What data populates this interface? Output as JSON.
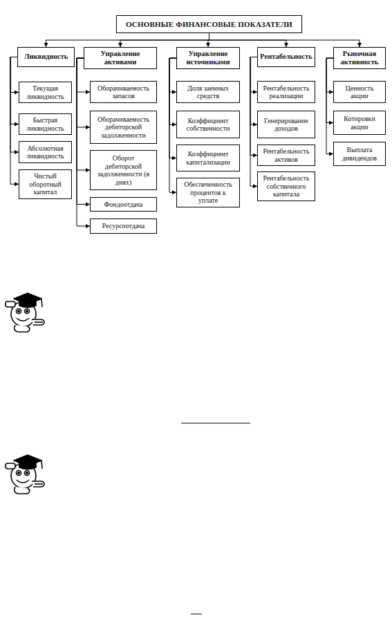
{
  "diagram": {
    "nodes": [
      {
        "text": [
          "ОСНОВНЫЕ ФИНАНСОВЫЕ ПОКАЗАТЕЛИ"
        ]
      },
      {
        "text": [
          "Ликвидность"
        ]
      },
      {
        "text": [
          "Текущая ликвидность"
        ]
      },
      {
        "text": [
          "Быстрая ликвидность"
        ]
      },
      {
        "text": [
          "Абсолютная ликвидность"
        ]
      },
      {
        "text": [
          "Чистый оборотный капитал"
        ]
      },
      {
        "text": [
          "Управление активами"
        ]
      },
      {
        "text": [
          "Оборачиваемость запасов"
        ]
      },
      {
        "text": [
          "Оборачиваемость дебиторской задолженности"
        ]
      },
      {
        "text": [
          "Оборот дебиторской задолженности (в днях)"
        ]
      },
      {
        "text": [
          "Фондоотдача"
        ]
      },
      {
        "text": [
          "Ресурсоотдача"
        ]
      },
      {
        "text": [
          "Управление источниками"
        ]
      },
      {
        "text": [
          "Доля заемных средств"
        ]
      },
      {
        "text": [
          "Коэффициент собственности"
        ]
      },
      {
        "text": [
          "Коэффициент капитализации"
        ]
      },
      {
        "text": [
          "Обеспеченность процентов к уплате"
        ]
      },
      {
        "text": [
          "Рентабельность"
        ]
      },
      {
        "text": [
          "Рентабельность реализации"
        ]
      },
      {
        "text": [
          "Генерирование доходов"
        ]
      },
      {
        "text": [
          "Рентабельность активов"
        ]
      },
      {
        "text": [
          "Рентабельность собственного капитала"
        ]
      },
      {
        "text": [
          "Рыночная активность"
        ]
      },
      {
        "text": [
          "Ценность акции"
        ]
      },
      {
        "text": [
          "Котировки акции"
        ]
      },
      {
        "text": [
          "Выплата дивидендов"
        ]
      }
    ],
    "edges": [
      {
        "from": 0,
        "to": 1,
        "arrow": "to"
      },
      {
        "from": 0,
        "to": 6,
        "arrow": "to"
      },
      {
        "from": 0,
        "to": 12,
        "arrow": "to"
      },
      {
        "from": 0,
        "to": 17,
        "arrow": "to"
      },
      {
        "from": 0,
        "to": 22,
        "arrow": "to"
      },
      {
        "from": 1,
        "to": 2,
        "arrow": "to"
      },
      {
        "from": 1,
        "to": 3,
        "arrow": "to"
      },
      {
        "from": 1,
        "to": 4,
        "arrow": "to"
      },
      {
        "from": 1,
        "to": 5,
        "arrow": "to"
      },
      {
        "from": 6,
        "to": 7,
        "arrow": "to"
      },
      {
        "from": 6,
        "to": 8,
        "arrow": "to"
      },
      {
        "from": 6,
        "to": 9,
        "arrow": "to"
      },
      {
        "from": 6,
        "to": 10,
        "arrow": "to"
      },
      {
        "from": 6,
        "to": 11,
        "arrow": "to"
      },
      {
        "from": 12,
        "to": 13,
        "arrow": "to"
      },
      {
        "from": 12,
        "to": 14,
        "arrow": "to"
      },
      {
        "from": 12,
        "to": 15,
        "arrow": "to"
      },
      {
        "from": 12,
        "to": 16,
        "arrow": "to"
      },
      {
        "from": 17,
        "to": 18,
        "arrow": "to"
      },
      {
        "from": 17,
        "to": 19,
        "arrow": "to"
      },
      {
        "from": 17,
        "to": 20,
        "arrow": "to"
      },
      {
        "from": 17,
        "to": 21,
        "arrow": "to"
      },
      {
        "from": 22,
        "to": 23,
        "arrow": "to"
      },
      {
        "from": 22,
        "to": 24,
        "arrow": "to"
      },
      {
        "from": 22,
        "to": 25,
        "arrow": "to"
      }
    ]
  }
}
